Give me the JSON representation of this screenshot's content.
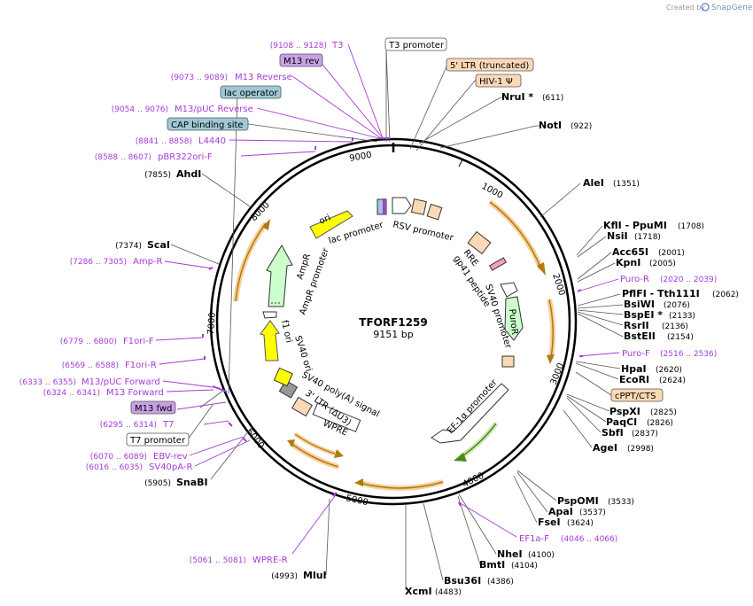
{
  "header": {
    "created_by": "Created by",
    "brand": "SnapGene"
  },
  "plasmid": {
    "name": "TFORF1259",
    "length": "9151 bp"
  },
  "ticks": [
    "1000",
    "2000",
    "3000",
    "4000",
    "5000",
    "6000",
    "7000",
    "8000",
    "9000"
  ],
  "right_sites": [
    {
      "name": "NruI *",
      "pos": "(611)"
    },
    {
      "name": "NotI",
      "pos": "(922)"
    },
    {
      "name": "AleI",
      "pos": "(1351)"
    },
    {
      "name": "KflI - PpuMI",
      "pos": "(1708)"
    },
    {
      "name": "NsiI",
      "pos": "(1718)"
    },
    {
      "name": "Acc65I",
      "pos": "(2001)"
    },
    {
      "name": "KpnI",
      "pos": "(2005)"
    },
    {
      "name": "PflFI - Tth111I",
      "pos": "(2062)"
    },
    {
      "name": "BsiWI",
      "pos": "(2076)"
    },
    {
      "name": "BspEI *",
      "pos": "(2133)"
    },
    {
      "name": "RsrII",
      "pos": "(2136)"
    },
    {
      "name": "BstEII",
      "pos": "(2154)"
    },
    {
      "name": "HpaI",
      "pos": "(2620)"
    },
    {
      "name": "EcoRI",
      "pos": "(2624)"
    },
    {
      "name": "PspXI",
      "pos": "(2825)"
    },
    {
      "name": "PaqCI",
      "pos": "(2826)"
    },
    {
      "name": "SbfI",
      "pos": "(2837)"
    },
    {
      "name": "AgeI",
      "pos": "(2998)"
    },
    {
      "name": "PspOMI",
      "pos": "(3533)"
    },
    {
      "name": "ApaI",
      "pos": "(3537)"
    },
    {
      "name": "FseI",
      "pos": "(3624)"
    },
    {
      "name": "NheI",
      "pos": "(4100)"
    },
    {
      "name": "BmtI",
      "pos": "(4104)"
    },
    {
      "name": "Bsu36I",
      "pos": "(4386)"
    },
    {
      "name": "XcmI",
      "pos": "(4483)"
    }
  ],
  "left_sites": [
    {
      "name": "AhdI",
      "pos": "(7855)"
    },
    {
      "name": "ScaI",
      "pos": "(7374)"
    },
    {
      "name": "SnaBI",
      "pos": "(5905)"
    },
    {
      "name": "MluI",
      "pos": "(4993)"
    }
  ],
  "primers": [
    {
      "name": "T3",
      "range": "(9108 .. 9128)"
    },
    {
      "name": "M13 Reverse",
      "range": "(9073 .. 9089)"
    },
    {
      "name": "M13/pUC Reverse",
      "range": "(9054 .. 9076)"
    },
    {
      "name": "L4440",
      "range": "(8841 .. 8858)"
    },
    {
      "name": "pBR322ori-F",
      "range": "(8588 .. 8607)"
    },
    {
      "name": "Amp-R",
      "range": "(7286 .. 7305)"
    },
    {
      "name": "F1ori-F",
      "range": "(6779 .. 6800)"
    },
    {
      "name": "F1ori-R",
      "range": "(6569 .. 6588)"
    },
    {
      "name": "M13/pUC Forward",
      "range": "(6333 .. 6355)"
    },
    {
      "name": "M13 Forward",
      "range": "(6324 .. 6341)"
    },
    {
      "name": "T7",
      "range": "(6295 .. 6314)"
    },
    {
      "name": "EBV-rev",
      "range": "(6070 .. 6089)"
    },
    {
      "name": "SV40pA-R",
      "range": "(6016 .. 6035)"
    },
    {
      "name": "WPRE-R",
      "range": "(5061 .. 5081)"
    },
    {
      "name": "Puro-R",
      "range": "(2020 .. 2039)"
    },
    {
      "name": "Puro-F",
      "range": "(2516 .. 2536)"
    },
    {
      "name": "EF1a-F",
      "range": "(4046 .. 4066)"
    }
  ],
  "boxed_labels": {
    "m13_rev": "M13 rev",
    "lac_operator": "lac operator",
    "cap_site": "CAP binding site",
    "m13_fwd": "M13 fwd",
    "t3_promoter": "T3 promoter",
    "t7_promoter": "T7 promoter",
    "ltr_truncated": "5' LTR (truncated)",
    "hiv_psi": "HIV-1 Ψ",
    "cppt": "cPPT/CTS"
  },
  "features": {
    "ori": "ori",
    "lac_promoter": "lac promoter",
    "rsv_promoter": "RSV promoter",
    "rre": "RRE",
    "gp41": "gp41 peptide",
    "sv40_promoter": "SV40 promoter",
    "puror": "PuroR",
    "ef1a": "EF-1α promoter",
    "wpre": "WPRE",
    "ltr3": "3' LTR (ΔU3)",
    "sv40_polya": "SV40 poly(A) signal",
    "sv40_ori": "SV40 ori",
    "f1_ori": "f1 ori",
    "ampr": "AmpR",
    "ampr_promoter": "AmpR promoter"
  },
  "colors": {
    "primer": "#a63bd6",
    "orf": "#f0a830",
    "ori_yellow": "#ffff00",
    "ampr_green": "#ccffcc",
    "peach": "#fcd9b6",
    "lac_blue": "#9fc8d4"
  }
}
